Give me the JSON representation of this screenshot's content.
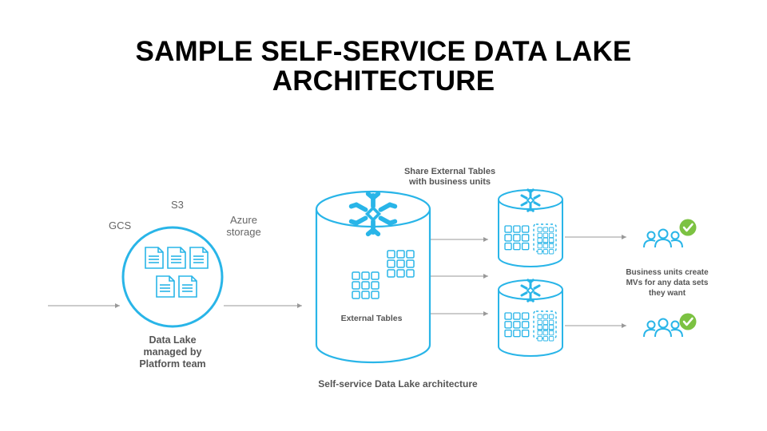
{
  "title_line1": "SAMPLE SELF-SERVICE DATA LAKE",
  "title_line2": "ARCHITECTURE",
  "sources": {
    "gcs": "GCS",
    "s3": "S3",
    "azure_line1": "Azure",
    "azure_line2": "storage"
  },
  "data_lake": {
    "line1": "Data Lake",
    "line2": "managed by",
    "line3": "Platform team"
  },
  "external_tables_label": "External Tables",
  "share_label": {
    "line1": "Share External Tables",
    "line2": "with business units"
  },
  "business_units_note": {
    "line1": "Business units create",
    "line2": "MVs for any data sets",
    "line3": "they want"
  },
  "caption": "Self-service Data Lake architecture",
  "colors": {
    "accent": "#29B5E8",
    "arrow": "#999999",
    "check": "#7CC242"
  }
}
